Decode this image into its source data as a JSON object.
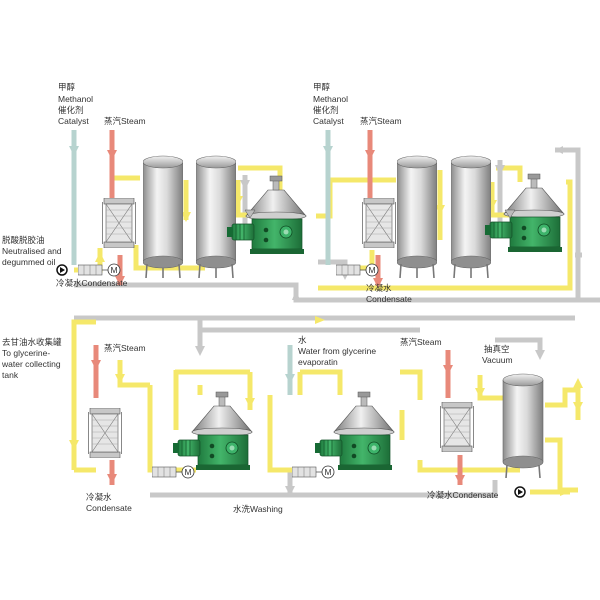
{
  "labels": {
    "methanol_catalyst_1": {
      "cn1": "甲醇",
      "en1": "Methanol",
      "cn2": "催化剂",
      "en2": "Catalyst"
    },
    "methanol_catalyst_2": {
      "cn1": "甲醇",
      "en1": "Methanol",
      "cn2": "催化剂",
      "en2": "Catalyst"
    },
    "steam_1": "蒸汽Steam",
    "steam_2": "蒸汽Steam",
    "steam_3": "蒸汽Steam",
    "steam_4": "蒸汽Steam",
    "feed": {
      "cn": "脱酸脱胶油",
      "en1": "Neutralised and",
      "en2": "degummed oil"
    },
    "condensate_1": "冷凝水Condensate",
    "condensate_2": {
      "cn": "冷凝水",
      "en": "Condensate"
    },
    "condensate_3": {
      "cn": "冷凝水",
      "en": "Condensate"
    },
    "condensate_4": "冷凝水Condensate",
    "glycerine_tank": {
      "cn": "去甘油水收集罐",
      "en1": "To glycerine-",
      "en2": "water collecting",
      "en3": "tank"
    },
    "water": {
      "cn": "水",
      "en1": "Water from glycerine",
      "en2": "evaporatin"
    },
    "vacuum": {
      "cn": "抽真空",
      "en": "Vacuum"
    },
    "washing": "水洗Washing",
    "motor_symbol": "M"
  },
  "colors": {
    "product_line": "#f5e86a",
    "return_line": "#c8c8c8",
    "methanol_line": "#b7d3cf",
    "steam_line": "#e8897a",
    "separator_green": "#2e9a55",
    "vessel_steel": "#d6d6d6"
  }
}
